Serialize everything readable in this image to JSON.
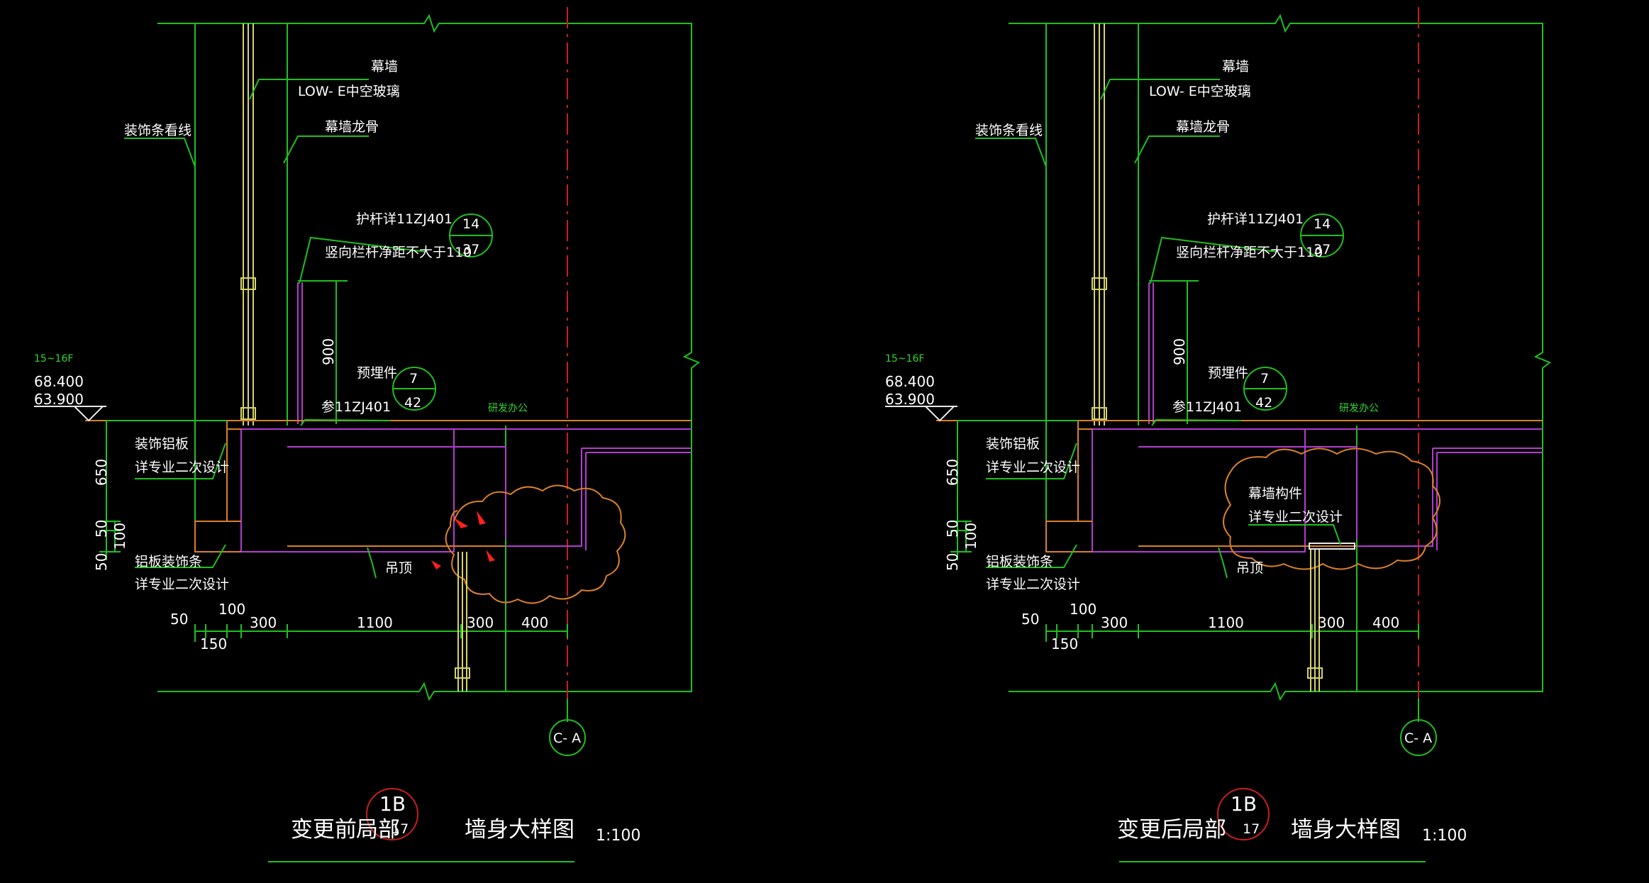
{
  "panels": [
    {
      "id": "before",
      "title_prefix": "变更前",
      "title_mid": "局部",
      "title_main": "墙身大样图",
      "scale": "1:100",
      "detail_id": "1B",
      "detail_sheet": "17",
      "labels": {
        "curtain_wall": "幕墙",
        "glass": "LOW- E中空玻璃",
        "mullion": "幕墙龙骨",
        "trim_line": "装饰条看线",
        "railing_ref": "护杆详11ZJ401",
        "railing_spacing": "竖向栏杆净距不大于110",
        "railing_sym_top": "14",
        "railing_sym_bot": "37",
        "embed": "预埋件",
        "embed_ref": "参11ZJ401",
        "embed_sym_top": "7",
        "embed_sym_bot": "42",
        "dim_900": "900",
        "room": "研发办公",
        "floor_range": "15~16F",
        "level_1": "68.400",
        "level_2": "63.900",
        "panel_1": "装饰铝板",
        "panel_2": "详专业二次设计",
        "trim_1": "铝板装饰条",
        "trim_2": "详专业二次设计",
        "ceiling": "吊顶",
        "axis": "C- A"
      },
      "vert_dims": [
        "650",
        "50",
        "100",
        "50"
      ],
      "horiz_dims": [
        "50",
        "100",
        "150",
        "300",
        "1100",
        "300",
        "400"
      ]
    },
    {
      "id": "after",
      "title_prefix": "变更后",
      "title_mid": "局部",
      "title_main": "墙身大样图",
      "scale": "1:100",
      "detail_id": "1B",
      "detail_sheet": "17",
      "labels": {
        "curtain_wall": "幕墙",
        "glass": "LOW- E中空玻璃",
        "mullion": "幕墙龙骨",
        "trim_line": "装饰条看线",
        "railing_ref": "护杆详11ZJ401",
        "railing_spacing": "竖向栏杆净距不大于110",
        "railing_sym_top": "14",
        "railing_sym_bot": "37",
        "embed": "预埋件",
        "embed_ref": "参11ZJ401",
        "embed_sym_top": "7",
        "embed_sym_bot": "42",
        "dim_900": "900",
        "room": "研发办公",
        "floor_range": "15~16F",
        "level_1": "68.400",
        "level_2": "63.900",
        "panel_1": "装饰铝板",
        "panel_2": "详专业二次设计",
        "trim_1": "铝板装饰条",
        "trim_2": "详专业二次设计",
        "ceiling": "吊顶",
        "axis": "C- A",
        "cw_member_1": "幕墙构件",
        "cw_member_2": "详专业二次设计"
      },
      "vert_dims": [
        "650",
        "50",
        "100",
        "50"
      ],
      "horiz_dims": [
        "50",
        "100",
        "150",
        "300",
        "1100",
        "300",
        "400"
      ]
    }
  ],
  "colors": {
    "background": "#000000",
    "green": "#1fbf1f",
    "yellow": "#d6d26a",
    "magenta": "#b43cd0",
    "orange": "#d9802a",
    "red_axis": "#c81e1e",
    "red_arrow": "#ff2020"
  }
}
